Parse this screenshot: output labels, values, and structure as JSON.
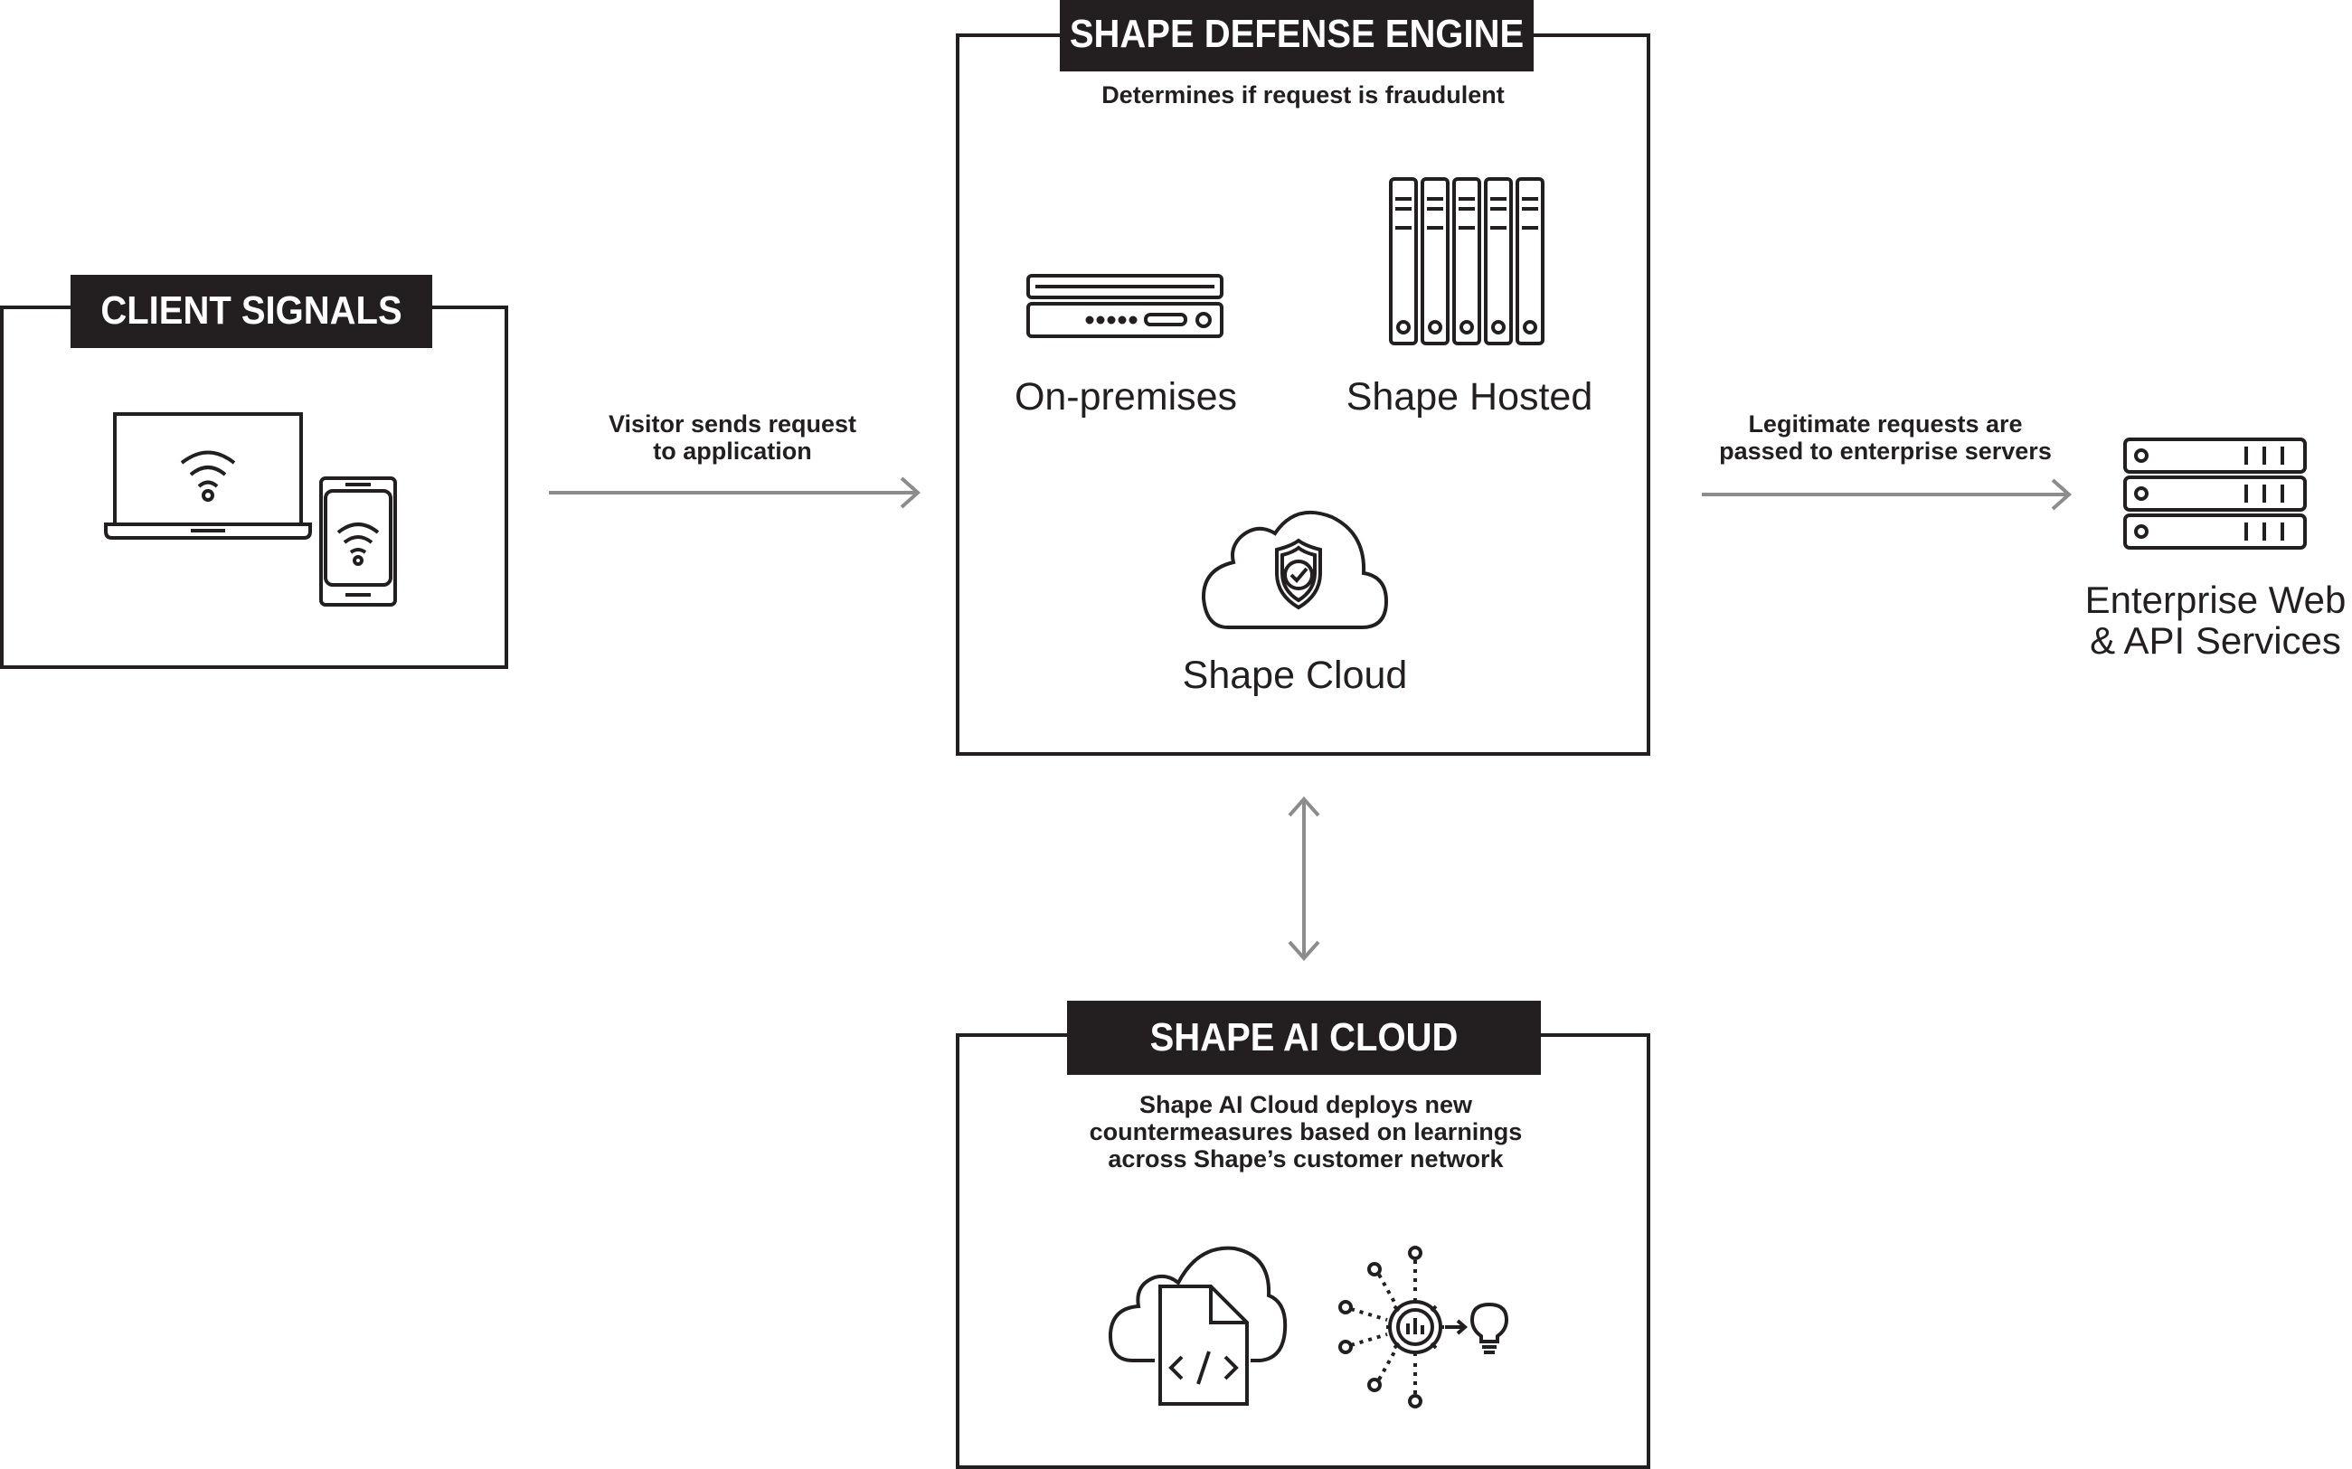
{
  "client": {
    "title": "CLIENT SIGNALS"
  },
  "engine": {
    "title": "SHAPE DEFENSE ENGINE",
    "subtitle": "Determines if request is fraudulent",
    "on_prem_label": "On-premises",
    "hosted_label": "Shape Hosted",
    "cloud_label": "Shape Cloud"
  },
  "ai_cloud": {
    "title": "SHAPE AI CLOUD",
    "subtitle": "Shape AI Cloud deploys new\ncountermeasures based on learnings\nacross Shape’s customer network"
  },
  "arrows": {
    "visitor_text": "Visitor sends request\nto application",
    "legit_text": "Legitimate requests are\npassed to enterprise servers"
  },
  "enterprise": {
    "label_line1": "Enterprise Web",
    "label_line2": "& API Services"
  },
  "icons": {
    "laptop": "laptop-wifi-icon",
    "phone": "phone-wifi-icon",
    "appliance": "server-appliance-icon",
    "rack": "server-rack-icon",
    "shield_cloud": "cloud-shield-icon",
    "enterprise": "server-stack-icon",
    "code_cloud": "cloud-code-icon",
    "ai_gear": "ai-gear-icon",
    "bulb": "lightbulb-icon"
  },
  "colors": {
    "ink": "#231f20",
    "arrow": "#8c8c8c"
  }
}
